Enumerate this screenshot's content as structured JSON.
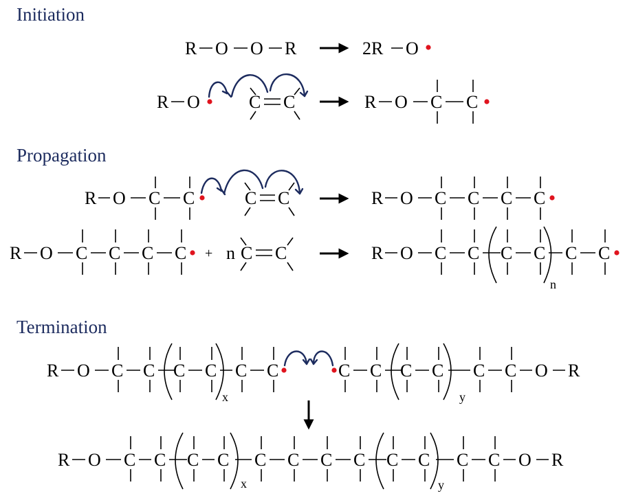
{
  "sections": {
    "initiation": "Initiation",
    "propagation": "Propagation",
    "termination": "Termination"
  },
  "labels": {
    "R": "R",
    "O": "O",
    "C": "C",
    "two_R": "2R",
    "n_coef": "n",
    "plus": "+",
    "sub_n": "n",
    "sub_x": "x",
    "sub_y": "y"
  },
  "colors": {
    "title": "#1c2b5e",
    "curly_arrow": "#1c2b5e",
    "radical": "#e0141e",
    "text": "#000000"
  },
  "mechanism_arrows": "curly-arrow-icon"
}
